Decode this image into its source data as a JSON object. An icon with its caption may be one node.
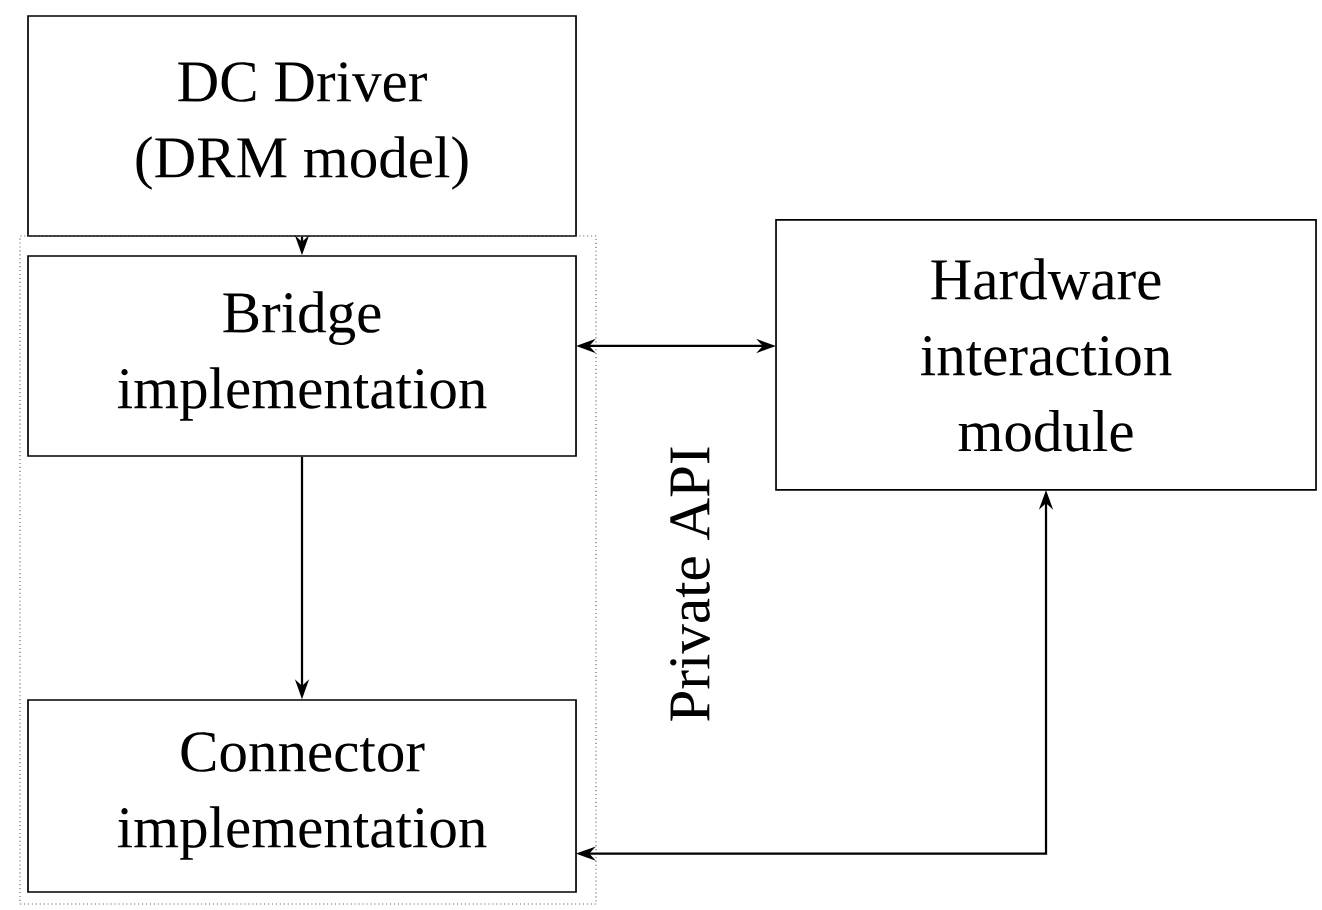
{
  "diagram": {
    "nodes": [
      {
        "text": [
          "DC Driver (DRM model)"
        ]
      },
      {
        "text": [],
        "shape": "box"
      },
      {
        "text": [
          "Bridge implementation"
        ],
        "in": 1
      },
      {
        "text": [
          "Connector implementation"
        ],
        "in": 1
      },
      {
        "text": [
          "Hardware interaction module"
        ]
      }
    ],
    "edges": [
      {
        "from": 0,
        "to": 2,
        "arrow": "to"
      },
      {
        "from": 2,
        "to": 3,
        "arrow": "to"
      },
      {
        "from": 2,
        "to": 4,
        "arrow": "both"
      },
      {
        "from": 3,
        "to": 4,
        "arrow": "both"
      }
    ],
    "labels": [
      "Private API"
    ]
  }
}
